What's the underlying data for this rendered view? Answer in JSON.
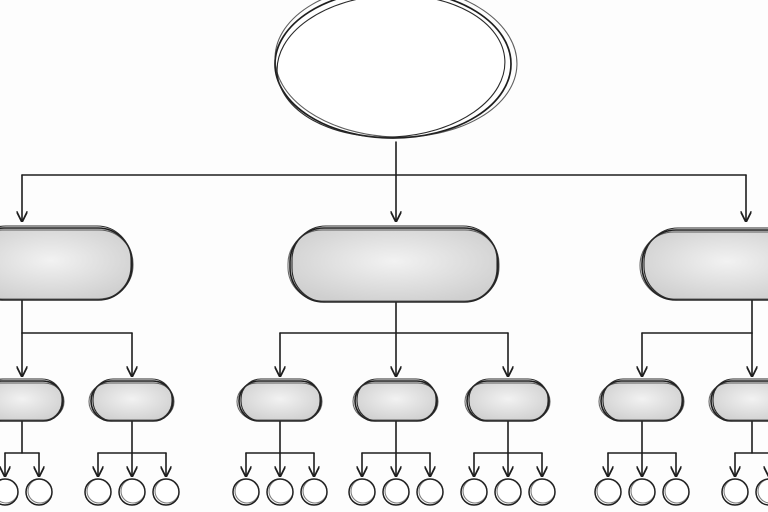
{
  "diagram": {
    "style": "hand-drawn hierarchy sketch",
    "colors": {
      "ink": "#1e1e1e",
      "node_fill": "#d9d9d9",
      "node_fill_light": "#efefef",
      "paper": "#fdfdfd"
    },
    "root": {
      "label": "",
      "shape": "circle"
    },
    "level1": [
      {
        "label": "",
        "shape": "rounded-rect",
        "children": [
          {
            "label": "",
            "leaves": 2
          },
          {
            "label": "",
            "leaves": 3
          }
        ]
      },
      {
        "label": "",
        "shape": "rounded-rect",
        "children": [
          {
            "label": "",
            "leaves": 3
          },
          {
            "label": "",
            "leaves": 3
          },
          {
            "label": "",
            "leaves": 3
          }
        ]
      },
      {
        "label": "",
        "shape": "rounded-rect",
        "children": [
          {
            "label": "",
            "leaves": 3
          },
          {
            "label": "",
            "leaves": 2
          }
        ]
      }
    ]
  }
}
